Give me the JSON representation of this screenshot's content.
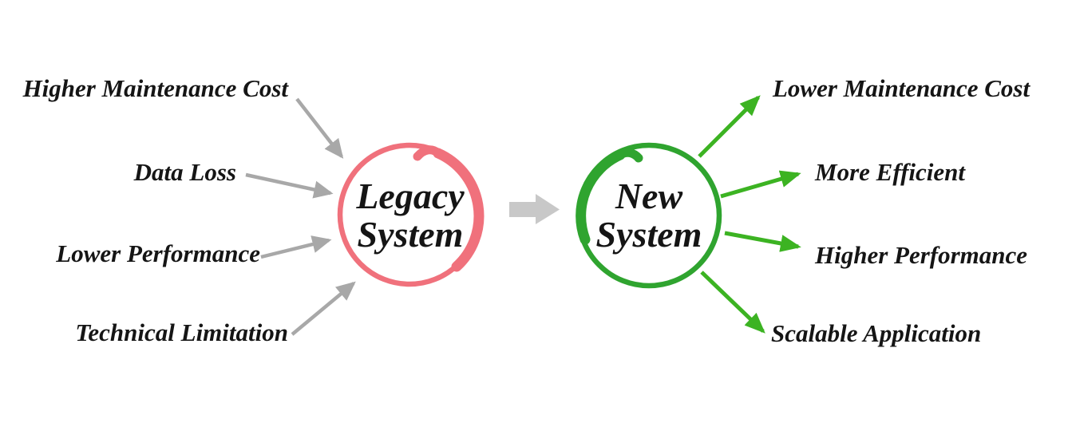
{
  "diagram": {
    "legacy_node": {
      "label_line1": "Legacy",
      "label_line2": "System",
      "circle_color": "#f0717c",
      "drawbacks": [
        {
          "label": "Higher Maintenance Cost"
        },
        {
          "label": "Data Loss"
        },
        {
          "label": "Lower Performance"
        },
        {
          "label": "Technical Limitation"
        }
      ]
    },
    "new_node": {
      "label_line1": "New",
      "label_line2": "System",
      "circle_color": "#2fa42f",
      "benefits": [
        {
          "label": "Lower Maintenance Cost"
        },
        {
          "label": "More Efficient"
        },
        {
          "label": "Higher Performance"
        },
        {
          "label": "Scalable Application"
        }
      ]
    },
    "colors": {
      "drawback_arrow": "#a8a8a8",
      "transition_arrow": "#c8c8c8",
      "benefit_arrow": "#3cb322",
      "text": "#151515",
      "background": "#ffffff"
    }
  }
}
